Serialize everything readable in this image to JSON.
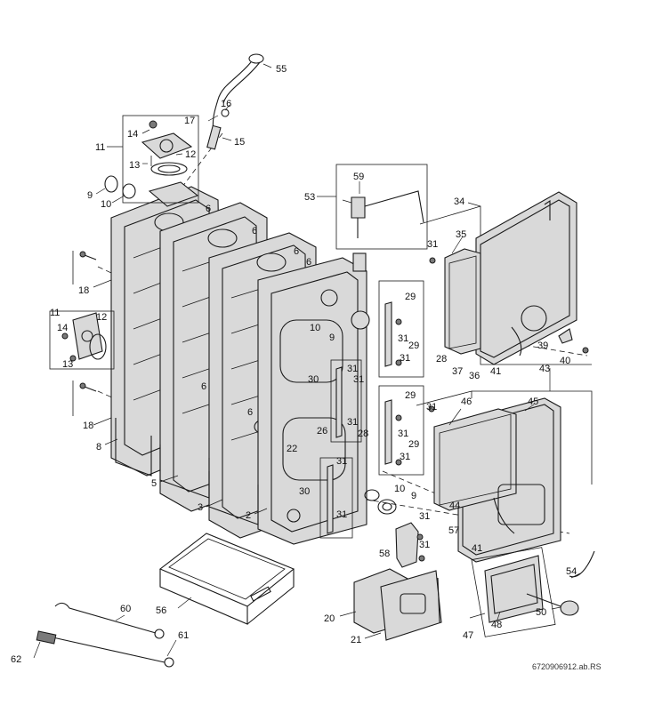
{
  "figure": {
    "doc_reference": "6720906912.ab.RS"
  },
  "callouts": {
    "c2": "2",
    "c3": "3",
    "c5": "5",
    "c6a": "6",
    "c6b": "6",
    "c6c": "6",
    "c6d": "6",
    "c6e": "6",
    "c6f": "6",
    "c8": "8",
    "c9a": "9",
    "c9b": "9",
    "c9c": "9",
    "c10a": "10",
    "c10b": "10",
    "c10c": "10",
    "c11a": "11",
    "c11b": "11",
    "c12a": "12",
    "c12b": "12",
    "c13a": "13",
    "c13b": "13",
    "c14a": "14",
    "c14b": "14",
    "c15": "15",
    "c16": "16",
    "c17": "17",
    "c18a": "18",
    "c18b": "18",
    "c20": "20",
    "c21": "21",
    "c22": "22",
    "c26": "26",
    "c28a": "28",
    "c28b": "28",
    "c29a": "29",
    "c29b": "29",
    "c29c": "29",
    "c29d": "29",
    "c30a": "30",
    "c30b": "30",
    "c31a": "31",
    "c31b": "31",
    "c31c": "31",
    "c31d": "31",
    "c31e": "31",
    "c31f": "31",
    "c31g": "31",
    "c31h": "31",
    "c31i": "31",
    "c31j": "31",
    "c31k": "31",
    "c31l": "31",
    "c31m": "31",
    "c34": "34",
    "c35": "35",
    "c36": "36",
    "c37": "37",
    "c39": "39",
    "c40": "40",
    "c41a": "41",
    "c41b": "41",
    "c43": "43",
    "c44": "44",
    "c45": "45",
    "c46": "46",
    "c47": "47",
    "c48": "48",
    "c50": "50",
    "c53": "53",
    "c54": "54",
    "c55": "55",
    "c56": "56",
    "c57": "57",
    "c58": "58",
    "c59": "59",
    "c60": "60",
    "c61": "61",
    "c62": "62"
  }
}
